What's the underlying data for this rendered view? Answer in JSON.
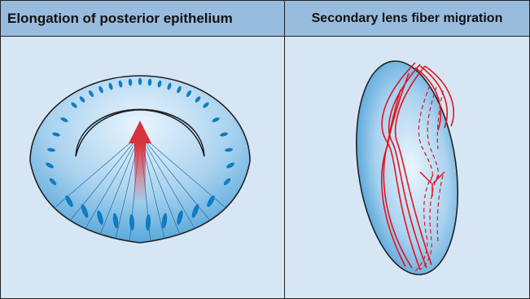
{
  "panels": [
    {
      "title": "Elongation of posterior epithelium",
      "illustration": "lens-vesicle-elongation"
    },
    {
      "title": "Secondary lens fiber migration",
      "illustration": "lens-fiber-migration"
    }
  ],
  "colors": {
    "header_bg": "#98bcde",
    "panel_bg": "#d7e6f5",
    "lens_light": "#e6f3fc",
    "lens_dark": "#4aa0d6",
    "nucleus": "#0e7cc4",
    "arrow_red": "#d8323c",
    "fiber_red": "#e0141e"
  }
}
